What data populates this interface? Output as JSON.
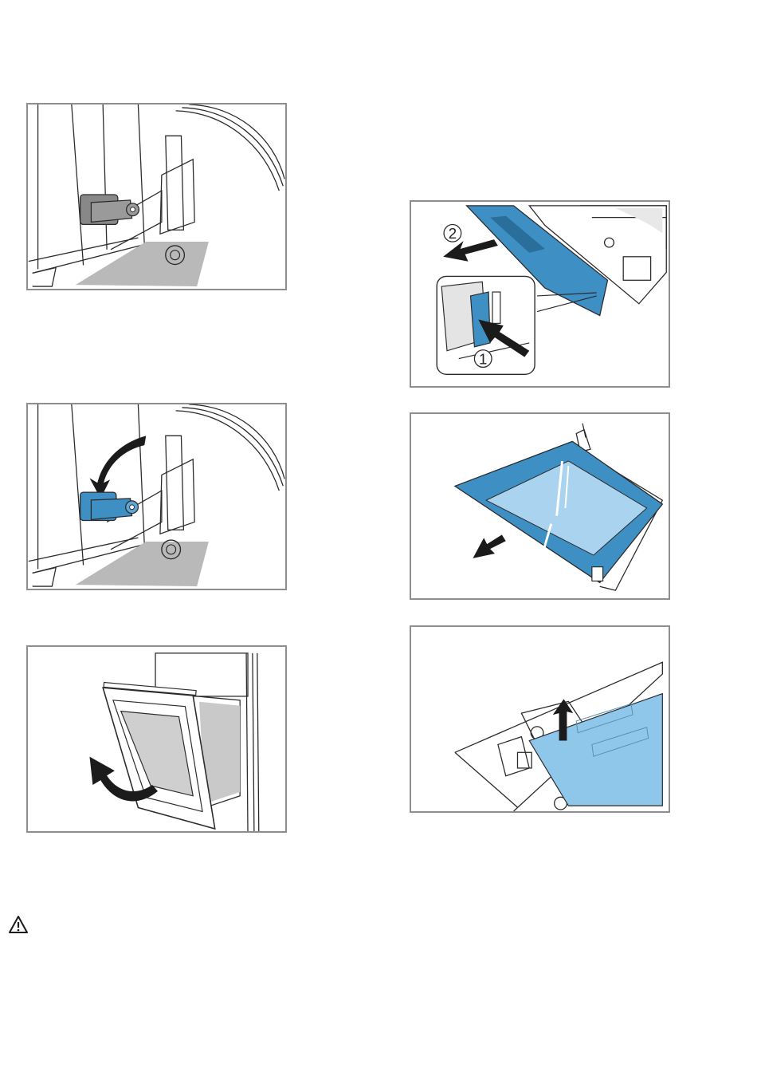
{
  "page": {
    "background": "#ffffff"
  },
  "colors": {
    "blue_part": "#3d8fc4",
    "blue_light": "#8ec7ea",
    "blue_glass": "#5fa6d7",
    "grey_part": "#888888",
    "grey_floor": "#b9b9b9",
    "line": "#2b2b2b",
    "frame": "#8e8e8e"
  },
  "figures": [
    {
      "id": "hinge-lever-closed",
      "icon": "hinge-lever-icon"
    },
    {
      "id": "hinge-lever-open",
      "icon": "hinge-lever-icon"
    },
    {
      "id": "door-lift-off",
      "icon": "oven-door-icon"
    },
    {
      "id": "door-cover-removal",
      "icon": "door-cover-icon",
      "callouts": [
        "1",
        "2"
      ]
    },
    {
      "id": "inner-pane-removal",
      "icon": "glass-pane-icon"
    },
    {
      "id": "pane-lift-out",
      "icon": "glass-pane-icon"
    }
  ],
  "warning": {
    "icon": "warning-triangle-icon"
  }
}
